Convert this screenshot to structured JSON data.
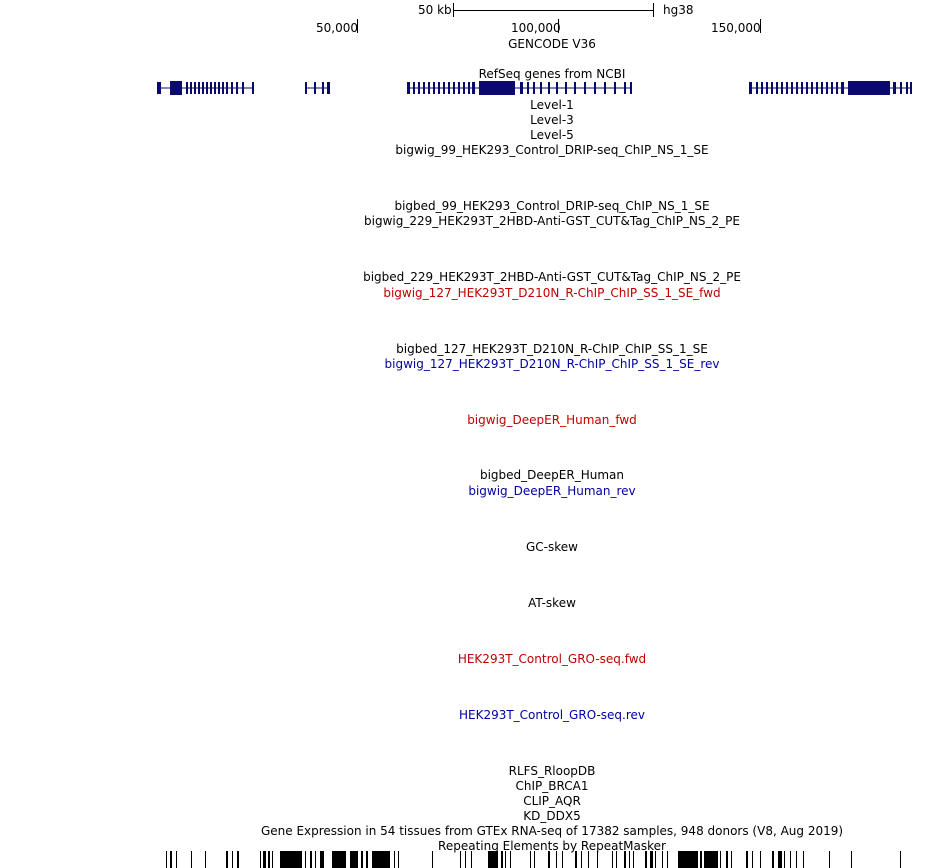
{
  "scale": {
    "bar_label": "50 kb",
    "assembly": "hg38"
  },
  "ruler": {
    "ticks": [
      "50,000",
      "100,000",
      "150,000"
    ]
  },
  "tracks": [
    {
      "label": "GENCODE V36",
      "color": "black"
    },
    {
      "label": "RefSeq genes from NCBI",
      "color": "black"
    },
    {
      "label": "Level-1",
      "color": "black"
    },
    {
      "label": "Level-3",
      "color": "black"
    },
    {
      "label": "Level-5",
      "color": "black"
    },
    {
      "label": "bigwig_99_HEK293_Control_DRIP-seq_ChIP_NS_1_SE",
      "color": "black"
    },
    {
      "label": "bigbed_99_HEK293_Control_DRIP-seq_ChIP_NS_1_SE",
      "color": "black"
    },
    {
      "label": "bigwig_229_HEK293T_2HBD-Anti-GST_CUT&Tag_ChIP_NS_2_PE",
      "color": "black"
    },
    {
      "label": "bigbed_229_HEK293T_2HBD-Anti-GST_CUT&Tag_ChIP_NS_2_PE",
      "color": "black"
    },
    {
      "label": "bigwig_127_HEK293T_D210N_R-ChIP_ChIP_SS_1_SE_fwd",
      "color": "red"
    },
    {
      "label": "bigbed_127_HEK293T_D210N_R-ChIP_ChIP_SS_1_SE",
      "color": "black"
    },
    {
      "label": "bigwig_127_HEK293T_D210N_R-ChIP_ChIP_SS_1_SE_rev",
      "color": "blue"
    },
    {
      "label": "bigwig_DeepER_Human_fwd",
      "color": "red"
    },
    {
      "label": "bigbed_DeepER_Human",
      "color": "black"
    },
    {
      "label": "bigwig_DeepER_Human_rev",
      "color": "blue"
    },
    {
      "label": "GC-skew",
      "color": "black"
    },
    {
      "label": "AT-skew",
      "color": "black"
    },
    {
      "label": "HEK293T_Control_GRO-seq.fwd",
      "color": "red"
    },
    {
      "label": "HEK293T_Control_GRO-seq.rev",
      "color": "blue"
    },
    {
      "label": "RLFS_RloopDB",
      "color": "black"
    },
    {
      "label": "ChIP_BRCA1",
      "color": "black"
    },
    {
      "label": "CLIP_AQR",
      "color": "black"
    },
    {
      "label": "KD_DDX5",
      "color": "black"
    },
    {
      "label": "Gene Expression in 54 tissues from GTEx RNA-seq of 17382 samples, 948 donors (V8, Aug 2019)",
      "color": "black"
    },
    {
      "label": "Repeating Elements by RepeatMasker",
      "color": "black"
    }
  ],
  "colors": {
    "gene": "#0a0a6e",
    "red": "#c00000",
    "blue": "#0000a0"
  }
}
